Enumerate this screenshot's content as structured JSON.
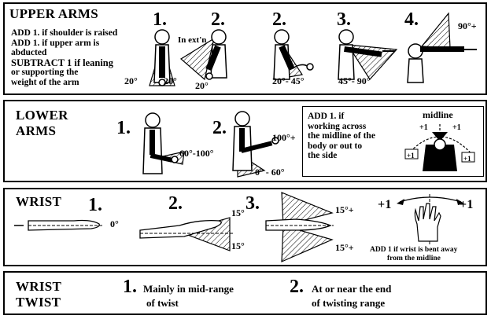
{
  "upper_arms": {
    "title": "UPPER ARMS",
    "note_line1": "ADD 1. if shoulder is raised",
    "note_line2": "ADD 1. if upper arm is",
    "note_line3": "abducted",
    "note_line4": "SUBTRACT 1 if leaning",
    "note_line5": "or supporting the",
    "note_line6": "weight of the arm",
    "score1": "1.",
    "score2a": "2.",
    "score2b": "2.",
    "score3": "3.",
    "score4": "4.",
    "angle1a": "20°",
    "angle1b": "20°",
    "in_ext": "In ext'n",
    "angle2a": "20°",
    "angle2b": "20°- 45°",
    "angle3": "45°- 90°",
    "angle4": "90°+"
  },
  "lower_arms": {
    "title_line1": "LOWER",
    "title_line2": "ARMS",
    "score1": "1.",
    "score2": "2.",
    "angle1": "60°-100°",
    "angle2a": "100°+",
    "angle2b": "0° - 60°",
    "note_line1": "ADD 1. if",
    "note_line2": "working across",
    "note_line3": "the midline of the",
    "note_line4": "body or out to",
    "note_line5": "the side",
    "midline_label": "midline",
    "plus_left": "+1",
    "plus_right": "+1",
    "plus_box_left": "+1",
    "plus_box_right": "+1"
  },
  "wrist": {
    "title": "WRIST",
    "score1": "1.",
    "score2": "2.",
    "score3": "3.",
    "angle1": "0°",
    "angle2a": "15°",
    "angle2b": "15°",
    "angle3a": "15°+",
    "angle3b": "15°+",
    "plus_left": "+1",
    "plus_right": "+1",
    "note_line1": "ADD 1 if wrist is bent  away",
    "note_line2": "from the midline"
  },
  "wrist_twist": {
    "title_line1": "WRIST",
    "title_line2": "TWIST",
    "score1": "1.",
    "desc1_line1": "Mainly in mid-range",
    "desc1_line2": "of twist",
    "score2": "2.",
    "desc2_line1": "At or near the end",
    "desc2_line2": "of twisting range"
  }
}
